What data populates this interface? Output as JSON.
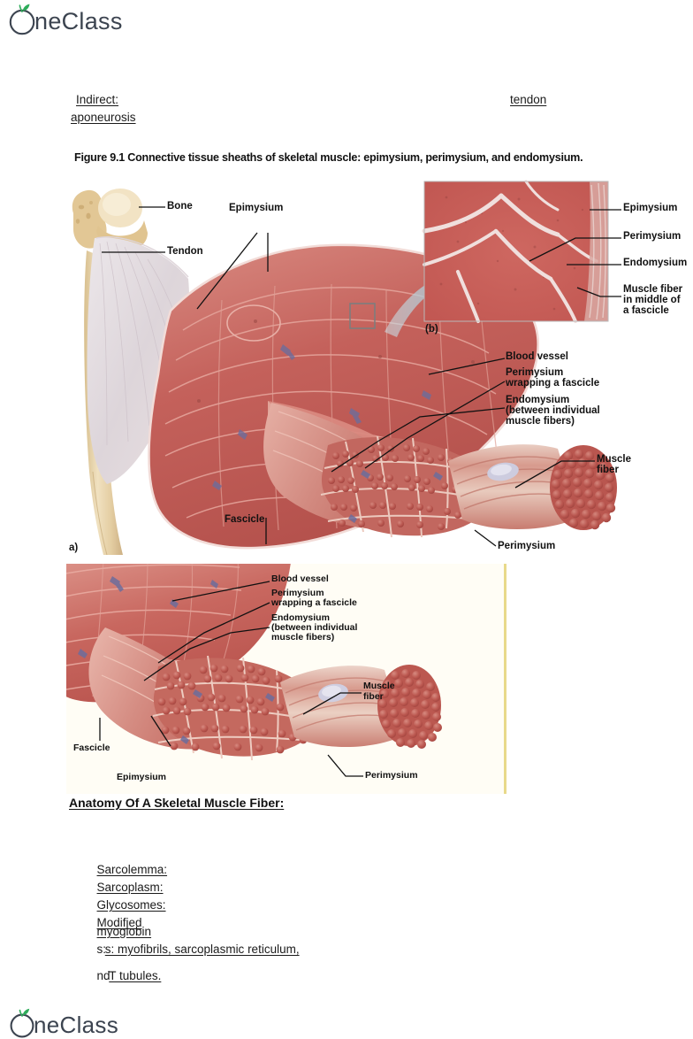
{
  "brand": {
    "name": "OneClass",
    "leaf_color": "#2eac5a",
    "text_color": "#3c4450"
  },
  "notes": {
    "indirect_label": "Indirect:",
    "aponeurosis": "aponeurosis",
    "tendon": "tendon"
  },
  "figure": {
    "caption": "Figure 9.1  Connective tissue sheaths of skeletal muscle: epimysium, perimysium, and endomysium.",
    "panel_a_letter": "a)",
    "panel_b_letter": "(b)",
    "main_labels": {
      "bone": "Bone",
      "tendon": "Tendon",
      "epimysium": "Epimysium",
      "fascicle": "Fascicle",
      "perimysium": "Perimysium",
      "blood_vessel": "Blood vessel",
      "perimysium_wrapping_l1": "Perimysium",
      "perimysium_wrapping_l2": "wrapping a fascicle",
      "endomysium_l1": "Endomysium",
      "endomysium_l2": "(between individual",
      "endomysium_l3": "muscle fibers)",
      "muscle_fiber_l1": "Muscle",
      "muscle_fiber_l2": "fiber"
    },
    "micrograph_labels": {
      "epimysium": "Epimysium",
      "perimysium": "Perimysium",
      "endomysium": "Endomysium",
      "muscle_fiber_l1": "Muscle fiber",
      "muscle_fiber_l2": "in middle of",
      "muscle_fiber_l3": "a fascicle"
    },
    "lower_labels": {
      "blood_vessel": "Blood vessel",
      "perimysium_wrapping_l1": "Perimysium",
      "perimysium_wrapping_l2": "wrapping a fascicle",
      "endomysium_l1": "Endomysium",
      "endomysium_l2": "(between individual",
      "endomysium_l3": "muscle fibers)",
      "muscle_fiber_l1": "Muscle",
      "muscle_fiber_l2": "fiber",
      "fascicle": "Fascicle",
      "epimysium": "Epimysium",
      "perimysium": "Perimysium"
    }
  },
  "section": {
    "heading": "Anatomy Of A Skeletal Muscle Fiber:"
  },
  "terms": [
    {
      "term": "Sarcolemma:",
      "rest": ""
    },
    {
      "term": "Sarcoplasm:",
      "rest": ""
    },
    {
      "term": "Glycosomes:",
      "mid": "myoglobin",
      "rest": ""
    },
    {
      "term": "Modified",
      "a": "s: myofibrils, sarcoplasmic reticulum,",
      "b": "nd T tubules."
    }
  ],
  "colors": {
    "muscle_red": "#c4605b",
    "muscle_red_light": "#d9817a",
    "muscle_pink": "#e3a79c",
    "bone_cream": "#e6d3ab",
    "tendon_white": "#e8e2e4",
    "fiber_dark": "#b4524e",
    "panel_border_yellow": "#e8d98a",
    "arrow_blue": "#9cc2cf"
  }
}
